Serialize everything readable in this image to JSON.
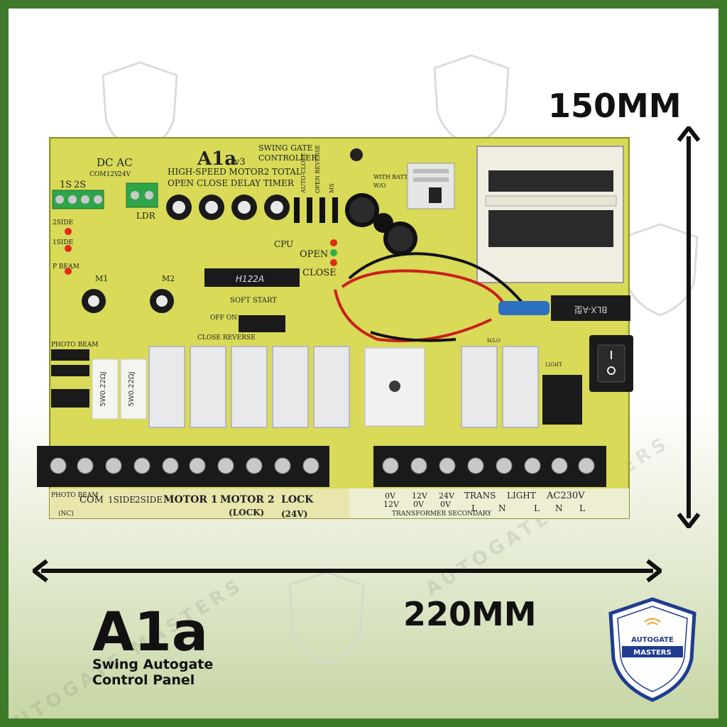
{
  "brand": {
    "line1": "AUTOGATE",
    "line2": "MASTERS",
    "watermark": "AUTOGATE MASTERS",
    "colors": {
      "frame": "#3f7a2a",
      "badge_blue": "#1f3c8f"
    }
  },
  "dimensions": {
    "height": "150MM",
    "width": "220MM"
  },
  "product": {
    "title": "A1a",
    "subtitle_line1": "Swing Autogate",
    "subtitle_line2": "Control Panel"
  },
  "board": {
    "model": "A1a",
    "version": "v3",
    "heading_line1": "SWING GATE",
    "heading_line2": "CONTROLLER",
    "dc_ac": "DC AC",
    "com_12v": "COM12V",
    "v24": "24V",
    "left_terms": [
      "1S",
      "2S"
    ],
    "ldr": "LDR",
    "pot_header_top": "HIGH-SPEED MOTOR2 TOTAL",
    "pot_header_bottom": "OPEN CLOSE DELAY TIMER",
    "jumpers": [
      "AUTO-CLOSE",
      "OPEN REVERSE",
      "MS"
    ],
    "with_battery": "WITH BATTERY",
    "wo_battery": "W/O",
    "side_labels": [
      "2SIDE",
      "1SIDE",
      "P BEAM"
    ],
    "m1": "M1",
    "m2": "M2",
    "cpu": "CPU",
    "open": "OPEN",
    "close": "CLOSE",
    "chip": "H122A",
    "soft_start": "SOFT START",
    "off_on": "OFF ON",
    "close_reverse": "CLOSE REVERSE",
    "photo_beam": "PHOTO BEAM",
    "resistor": "5W0.22ΩJ",
    "transformer_tag": "BLX-A型",
    "hi_lo": "H/LO",
    "light_tag": "LIGHT",
    "bottom_labels_left": [
      "COM",
      "1SIDE",
      "2SIDE",
      "MOTOR 1",
      "MOTOR 2",
      "LOCK"
    ],
    "photo_beam_nc": "(NC)",
    "lock_sub": "(LOCK)",
    "lock_24v": "(24V)",
    "transformer_cols": [
      "0V",
      "12V",
      "24V"
    ],
    "transformer_cols_b": [
      "12V",
      "0V",
      "0V"
    ],
    "transformer_secondary": "TRANSFORMER SECONDARY",
    "trans": "TRANS",
    "light": "LIGHT",
    "ac230v": "AC230V",
    "l_n": [
      "L",
      "N",
      "L",
      "N",
      "L"
    ]
  }
}
